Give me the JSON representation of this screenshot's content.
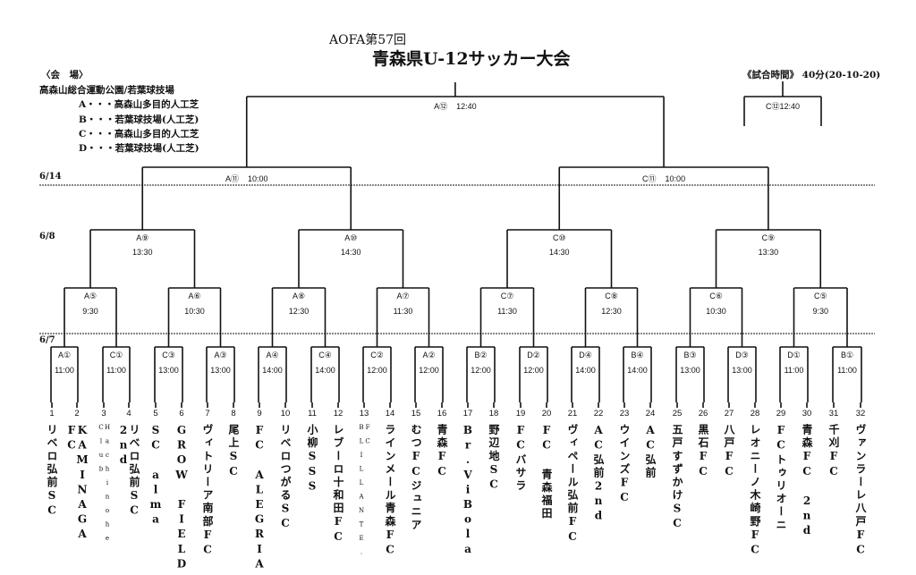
{
  "header": {
    "subtitle": "AOFA第57回",
    "title": "青森県U-12サッカー大会"
  },
  "venue": {
    "heading": "〈会　場〉",
    "location": "高森山総合運動公園/若葉球技場",
    "fields": [
      "A・・・高森山多目的人工芝",
      "B・・・若葉球技場(人工芝)",
      "C・・・高森山多目的人工芝",
      "D・・・若葉球技場(人工芝)"
    ]
  },
  "match_time_note": "《試合時間》 40分(20-10-20)",
  "dates": {
    "d1": "6/14",
    "d2": "6/8",
    "d3": "6/7"
  },
  "final": {
    "label": "A⑫",
    "time": "12:40"
  },
  "third_place": {
    "label": "C⑫",
    "time": "12:40"
  },
  "round4": [
    {
      "label": "A⑪",
      "time": "10:00"
    },
    {
      "label": "C⑪",
      "time": "10:00"
    }
  ],
  "round3": [
    {
      "label": "A⑨",
      "time": "13:30"
    },
    {
      "label": "A⑩",
      "time": "14:30"
    },
    {
      "label": "C⑩",
      "time": "14:30"
    },
    {
      "label": "C⑨",
      "time": "13:30"
    }
  ],
  "round2": [
    {
      "label": "A⑤",
      "time": "9:30"
    },
    {
      "label": "A⑥",
      "time": "10:30"
    },
    {
      "label": "A⑧",
      "time": "12:30"
    },
    {
      "label": "A⑦",
      "time": "11:30"
    },
    {
      "label": "C⑦",
      "time": "11:30"
    },
    {
      "label": "C⑧",
      "time": "12:30"
    },
    {
      "label": "C⑥",
      "time": "10:30"
    },
    {
      "label": "C⑤",
      "time": "9:30"
    }
  ],
  "round1": [
    {
      "label": "A①",
      "time": "11:00"
    },
    {
      "label": "C①",
      "time": "11:00"
    },
    {
      "label": "C③",
      "time": "13:00"
    },
    {
      "label": "A③",
      "time": "13:00"
    },
    {
      "label": "A④",
      "time": "14:00"
    },
    {
      "label": "C④",
      "time": "14:00"
    },
    {
      "label": "C②",
      "time": "12:00"
    },
    {
      "label": "A②",
      "time": "12:00"
    },
    {
      "label": "B②",
      "time": "12:00"
    },
    {
      "label": "D②",
      "time": "12:00"
    },
    {
      "label": "D④",
      "time": "14:00"
    },
    {
      "label": "B④",
      "time": "14:00"
    },
    {
      "label": "B③",
      "time": "13:00"
    },
    {
      "label": "D③",
      "time": "13:00"
    },
    {
      "label": "D①",
      "time": "11:00"
    },
    {
      "label": "B①",
      "time": "11:00"
    }
  ],
  "teams": [
    {
      "no": "1",
      "name": "リベロ弘前SC"
    },
    {
      "no": "2",
      "name": "KAMINAGA FC"
    },
    {
      "no": "3",
      "name": "Hachinohe Club"
    },
    {
      "no": "4",
      "name": "リベロ弘前SC 2nd"
    },
    {
      "no": "5",
      "name": "SC alma"
    },
    {
      "no": "6",
      "name": "GROW FIELD"
    },
    {
      "no": "7",
      "name": "ヴィトリーア南部FC"
    },
    {
      "no": "8",
      "name": "尾上SC"
    },
    {
      "no": "9",
      "name": "FC ALEGRIA"
    },
    {
      "no": "10",
      "name": "リベロつがるSC"
    },
    {
      "no": "11",
      "name": "小柳SSS"
    },
    {
      "no": "12",
      "name": "レブーロ十和田FC"
    },
    {
      "no": "13",
      "name": "FC BLILLANTE."
    },
    {
      "no": "14",
      "name": "ラインメール青森FC"
    },
    {
      "no": "15",
      "name": "むつFCジュニア"
    },
    {
      "no": "16",
      "name": "青森FC"
    },
    {
      "no": "17",
      "name": "Br.ViBola"
    },
    {
      "no": "18",
      "name": "野辺地SC"
    },
    {
      "no": "19",
      "name": "FCバサラ"
    },
    {
      "no": "20",
      "name": "FC 青森福田"
    },
    {
      "no": "21",
      "name": "ヴィペール弘前FC"
    },
    {
      "no": "22",
      "name": "AC弘前2nd"
    },
    {
      "no": "23",
      "name": "ウインズFC"
    },
    {
      "no": "24",
      "name": "AC弘前"
    },
    {
      "no": "25",
      "name": "五戸すずかけSC"
    },
    {
      "no": "26",
      "name": "黒石FC"
    },
    {
      "no": "27",
      "name": "八戸FC"
    },
    {
      "no": "28",
      "name": "レオニーノ木崎野FC"
    },
    {
      "no": "29",
      "name": "FCトゥリオーニ"
    },
    {
      "no": "30",
      "name": "青森FC 2nd"
    },
    {
      "no": "31",
      "name": "千刈FC"
    },
    {
      "no": "32",
      "name": "ヴァンラーレ八戸FC"
    }
  ]
}
